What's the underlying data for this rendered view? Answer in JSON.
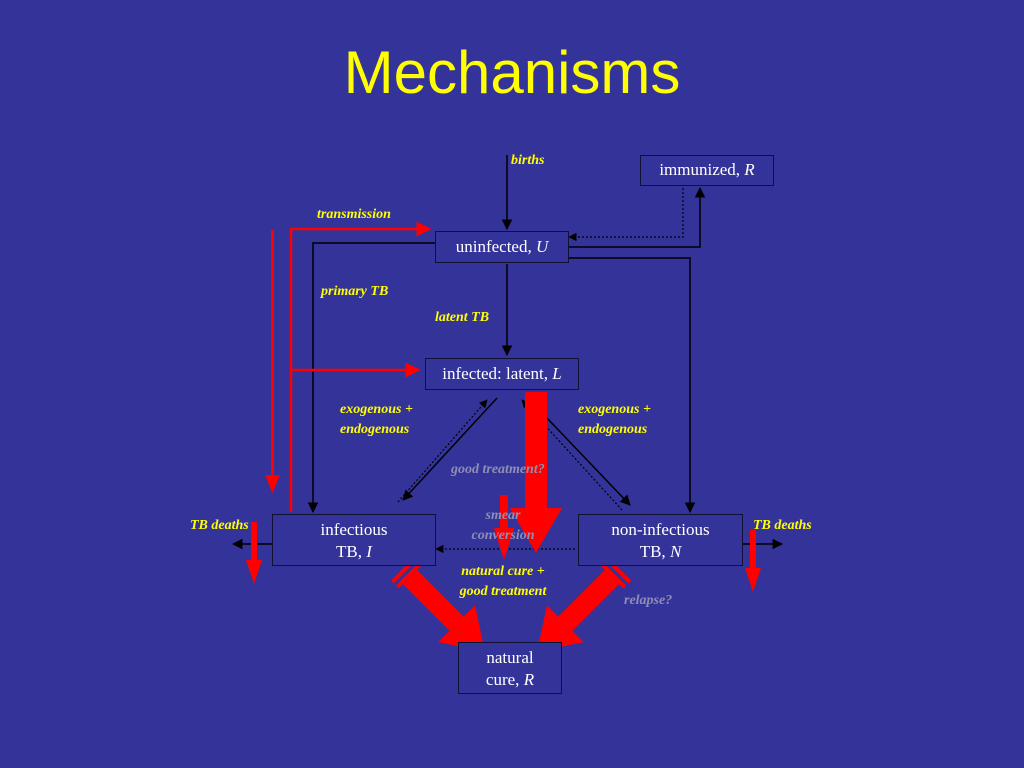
{
  "title": "Mechanisms",
  "boxes": {
    "immunized": {
      "name": "immunized, ",
      "symbol": "R"
    },
    "uninfected": {
      "name": "uninfected, ",
      "symbol": "U"
    },
    "latent": {
      "name": "infected: latent, ",
      "symbol": "L"
    },
    "infectious": {
      "line1": "infectious",
      "line2": "TB, ",
      "symbol": "I"
    },
    "noninfectious": {
      "line1": "non-infectious",
      "line2": "TB, ",
      "symbol": "N"
    },
    "cure": {
      "line1": "natural",
      "line2": "cure, ",
      "symbol": "R"
    }
  },
  "labels": {
    "births": "births",
    "transmission": "transmission",
    "primary_tb": "primary TB",
    "latent_tb": "latent TB",
    "exo_left_1": "exogenous +",
    "exo_left_2": "endogenous",
    "exo_right_1": "exogenous +",
    "exo_right_2": "endogenous",
    "good_treatment": "good treatment?",
    "smear_1": "smear",
    "smear_2": "conversion",
    "natural_cure_1": "natural cure +",
    "natural_cure_2": "good treatment",
    "relapse": "relapse?",
    "tb_deaths_left": "TB deaths",
    "tb_deaths_right": "TB deaths"
  },
  "colors": {
    "background": "#333399",
    "title": "#ffff00",
    "label": "#ffff00",
    "gray_label": "#8f8fb5",
    "red_arrow": "#ff0000",
    "black_arrow": "#000000"
  }
}
